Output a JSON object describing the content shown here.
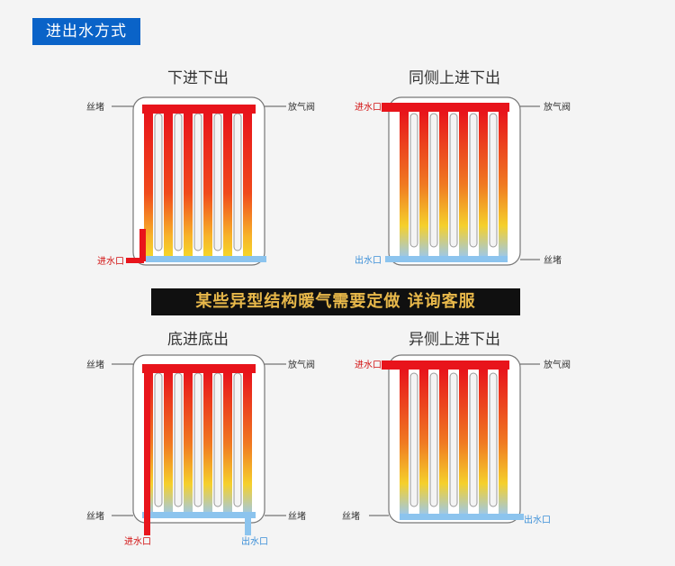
{
  "header": {
    "title": "进出水方式"
  },
  "banner": {
    "text": "某些异型结构暖气需要定做 详询客服"
  },
  "colors": {
    "hot": "#e8141b",
    "warm": "#f5d82a",
    "cold": "#8cc4ee",
    "accent": "#0a63c8"
  },
  "diagrams": [
    {
      "title": "下进下出",
      "labels": {
        "top_left": "丝堵",
        "top_right": "放气阀",
        "inlet": "进水口"
      }
    },
    {
      "title": "同侧上进下出",
      "labels": {
        "inlet": "进水口",
        "top_right": "放气阀",
        "outlet": "出水口",
        "bottom_right": "丝堵"
      }
    },
    {
      "title": "底进底出",
      "labels": {
        "top_left": "丝堵",
        "top_right": "放气阀",
        "bottom_left": "丝堵",
        "bottom_right": "丝堵",
        "inlet": "进水口",
        "outlet": "出水口"
      }
    },
    {
      "title": "异侧上进下出",
      "labels": {
        "inlet": "进水口",
        "top_right": "放气阀",
        "bottom_left": "丝堵",
        "outlet": "出水口"
      }
    }
  ]
}
